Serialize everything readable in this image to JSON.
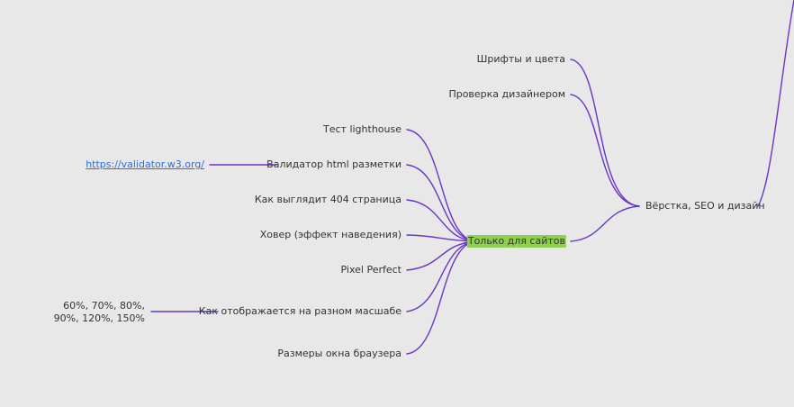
{
  "colors": {
    "background": "#e8e8e8",
    "edge": "#6a35c6",
    "text": "#333333",
    "highlight": "#8fd14f",
    "link": "#2f6fd8"
  },
  "nodes": {
    "vyorstka": "Вёрстка, SEO и дизайн",
    "shrifty": "Шрифты и цвета",
    "proverka": "Проверка дизайнером",
    "tolko": "Только для сайтов",
    "lighthouse": "Тест lighthouse",
    "validator": "Валидатор html разметки",
    "validator_url": "https://validator.w3.org/",
    "page404": "Как выглядит 404 страница",
    "hover": "Ховер (эффект наведения)",
    "pixel": "Pixel Perfect",
    "scale": "Как отображается на разном масшабе",
    "scale_values_1": "60%, 70%, 80%,",
    "scale_values_2": "90%, 120%, 150%",
    "window": "Размеры окна браузера"
  }
}
